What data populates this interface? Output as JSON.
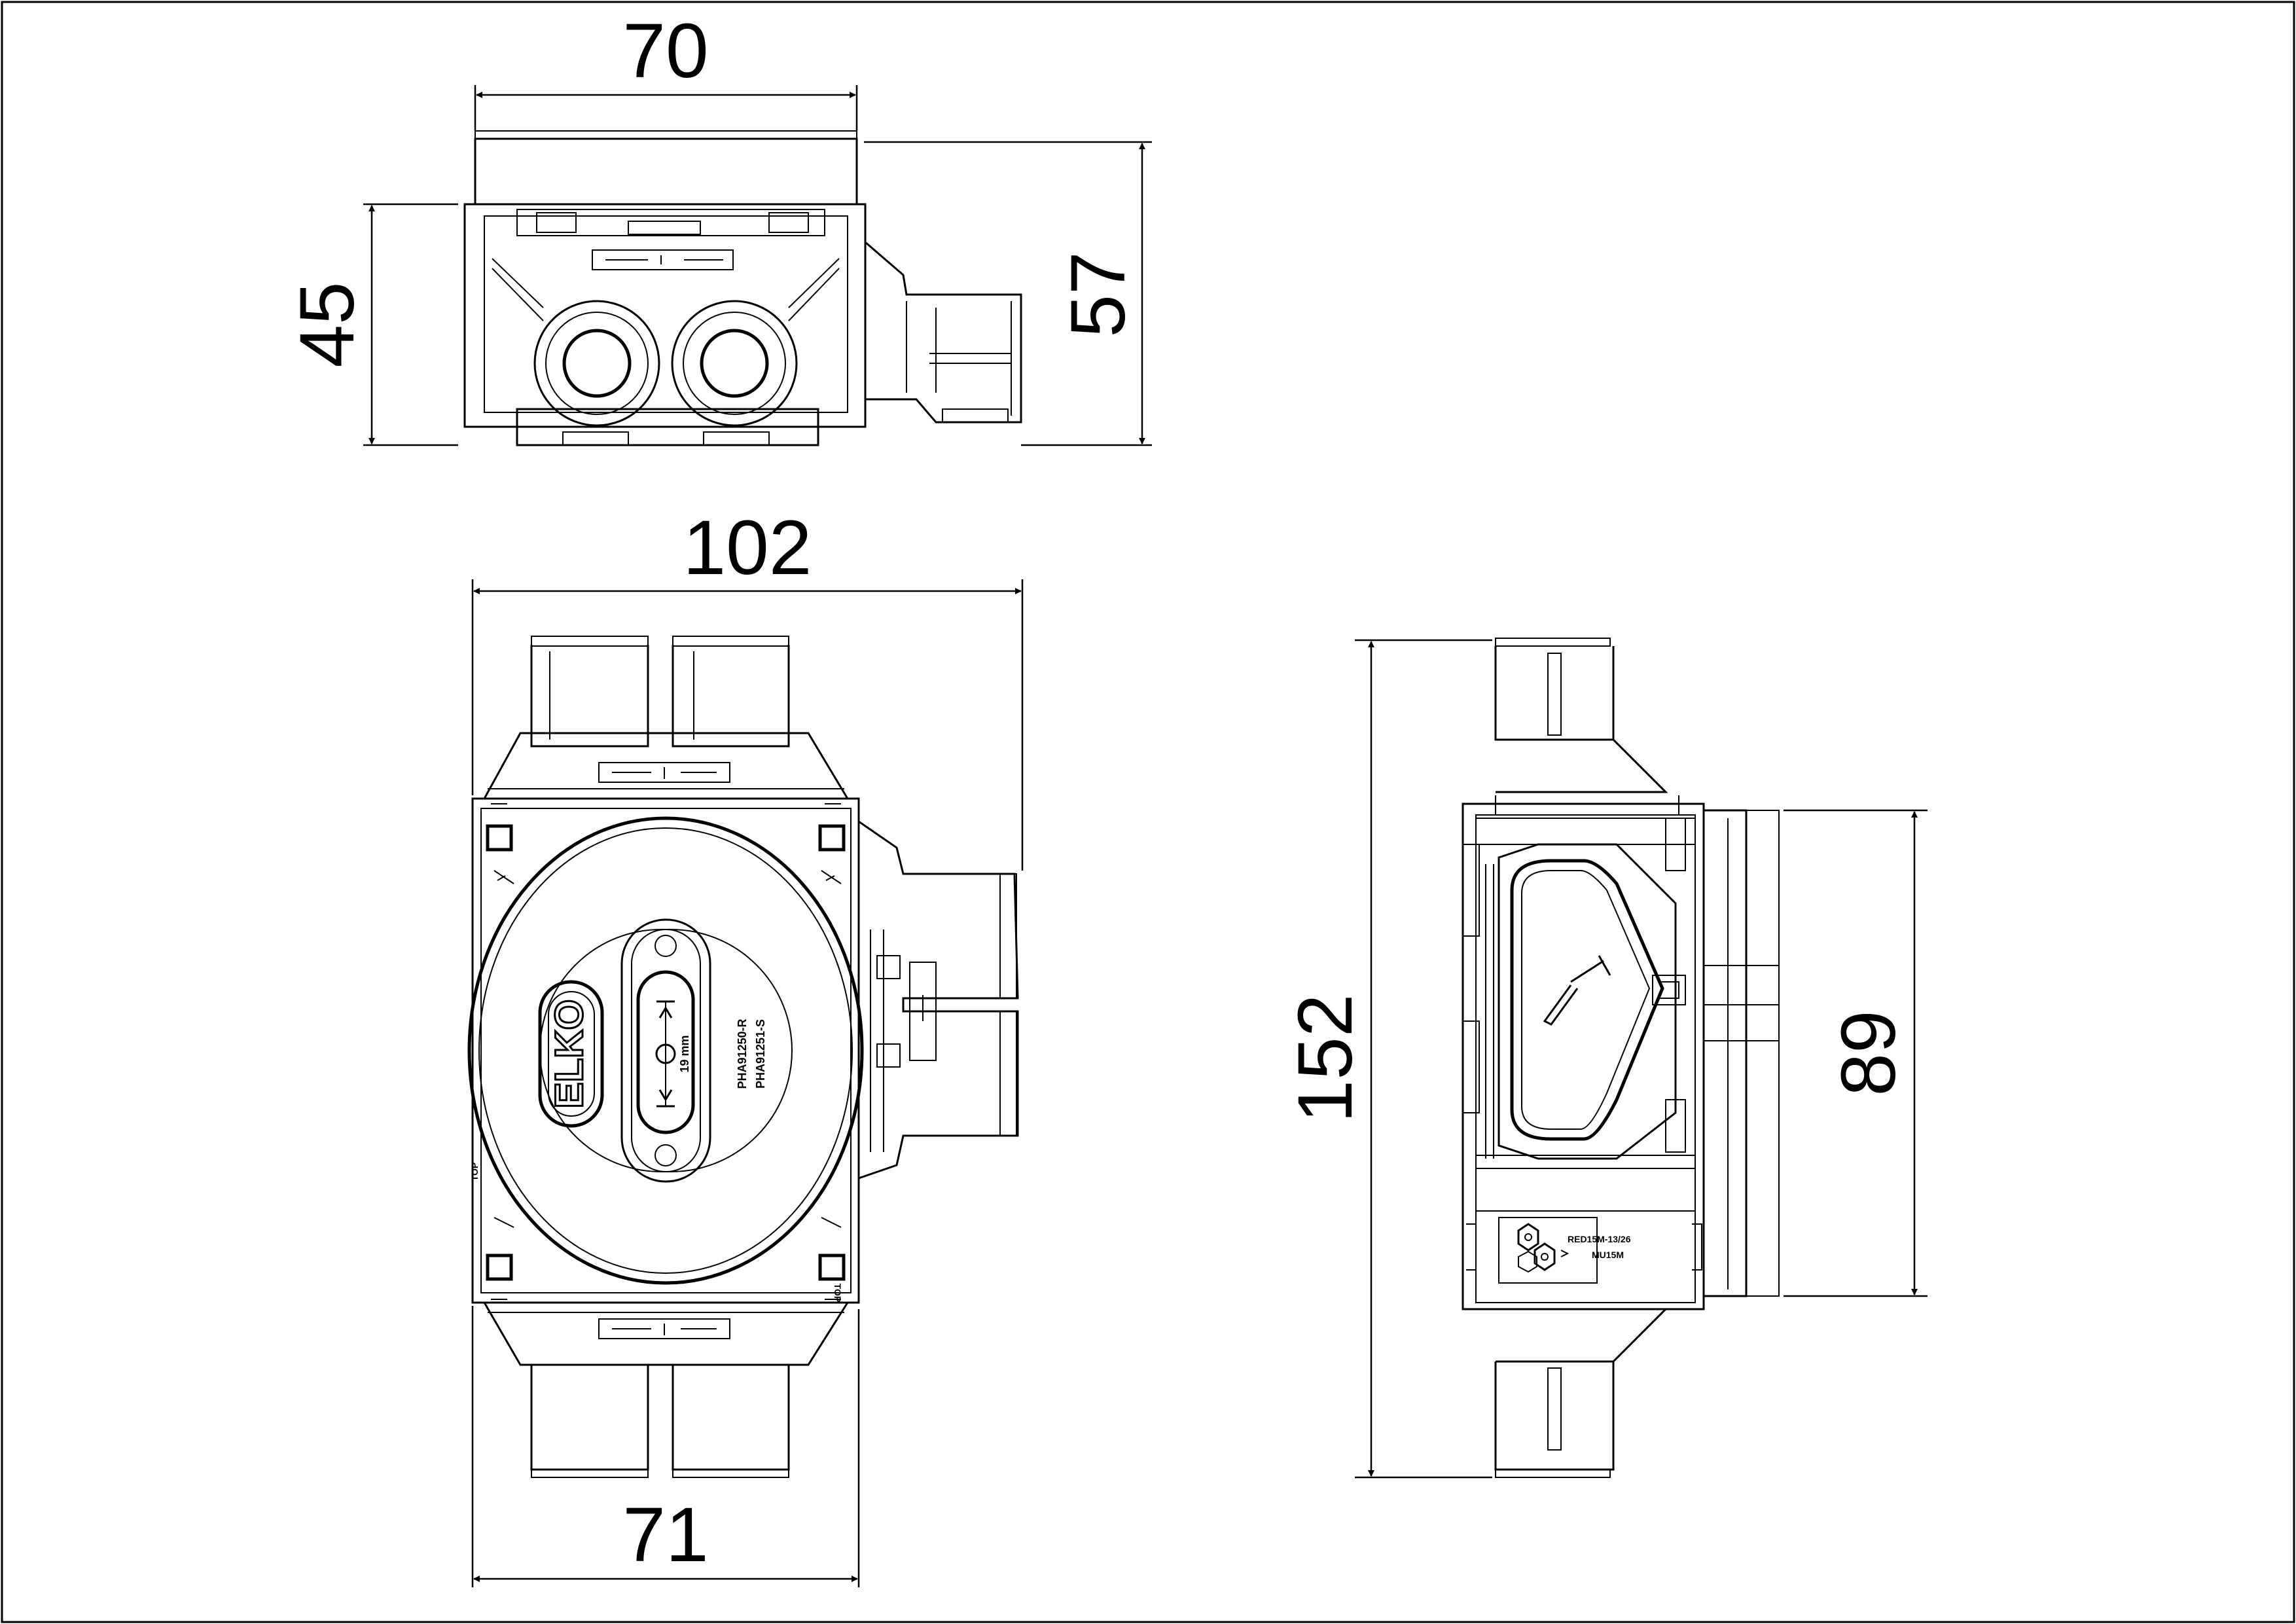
{
  "dimensions": {
    "top_width": "70",
    "top_height_left": "45",
    "top_height_right": "57",
    "front_width": "102",
    "front_bottom_width": "71",
    "side_height": "152",
    "side_depth": "89"
  },
  "labels": {
    "logo": "ELKO",
    "part_number_1": "PHA91250-R",
    "part_number_2": "PHA91251-S",
    "adjust_range": "19 mm",
    "top_marker": "TOP",
    "reducer_code_1": "RED15M-13/26",
    "reducer_code_2": "MU15M"
  }
}
